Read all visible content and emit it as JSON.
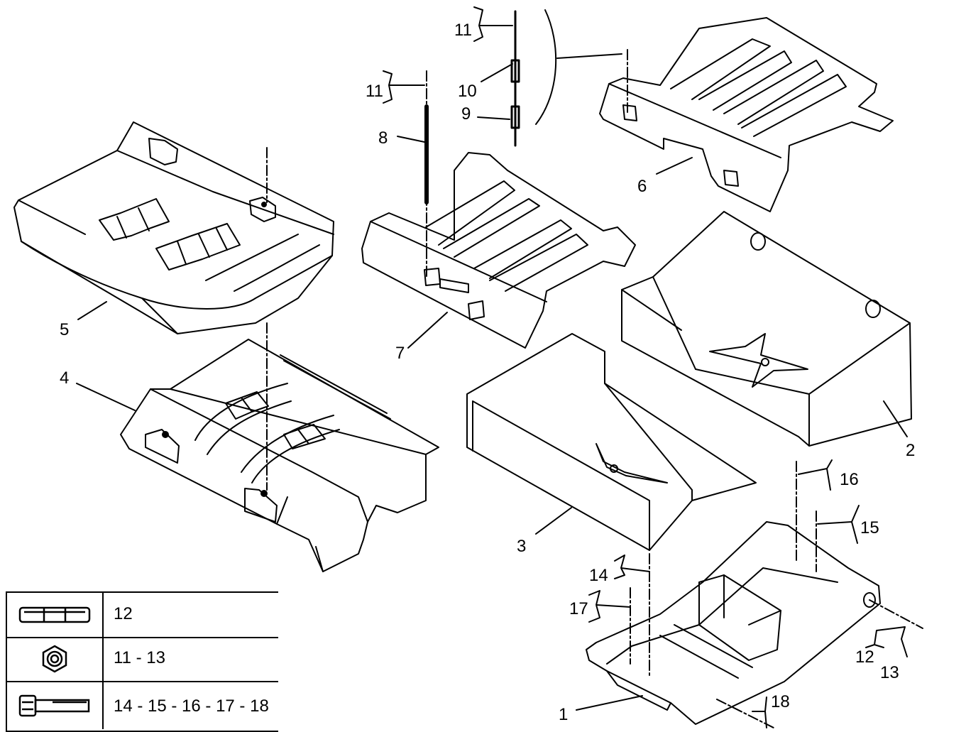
{
  "callouts": {
    "n1": "1",
    "n2": "2",
    "n3": "3",
    "n4": "4",
    "n5": "5",
    "n6": "6",
    "n7": "7",
    "n8": "8",
    "n9": "9",
    "n10": "10",
    "n11a": "11",
    "n11b": "11",
    "n12": "12",
    "n13": "13",
    "n14": "14",
    "n15": "15",
    "n16": "16",
    "n17": "17",
    "n18": "18"
  },
  "legend": {
    "rows": [
      {
        "icon": "shim-plate-icon",
        "label": "12"
      },
      {
        "icon": "hex-nut-icon",
        "label": "11 - 13"
      },
      {
        "icon": "bolt-icon",
        "label": "14 - 15 - 16 - 17 - 18"
      }
    ]
  }
}
